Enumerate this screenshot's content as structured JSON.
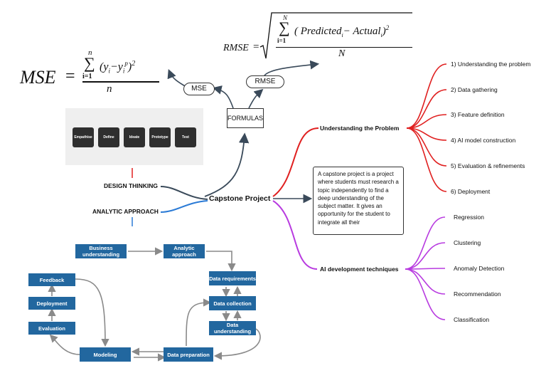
{
  "formulas": {
    "mse": {
      "lhs": "MSE",
      "sum_top": "n",
      "sum_bottom": "i=1",
      "numerator": "(y",
      "sub_i": "i",
      "minus": "−y",
      "sub_i2": "i",
      "sup_p": "p",
      "close": ")",
      "square": "2",
      "denominator": "n"
    },
    "rmse": {
      "lhs": "RMSE",
      "sum_top": "N",
      "sum_bottom": "i=1",
      "numerator": "( Predicted",
      "sub1": "i",
      "minus": "− Actual",
      "sub2": "i",
      "close": ")",
      "square": "2",
      "denominator": "N"
    }
  },
  "nodes": {
    "mse": "MSE",
    "rmse": "RMSE",
    "formulas": "FORMULAS",
    "center": "Capstone Project",
    "design_thinking": "DESIGN THINKING",
    "analytic_approach": "ANALYTIC APPROACH",
    "understanding_problem": "Understanding the Problem",
    "ai_techniques": "AI development techniques",
    "description": "A capstone project is a project where students must research a topic independently to find a deep understanding of the subject matter. It gives an opportunity for the student to integrate all their"
  },
  "problem_steps": [
    "1) Understanding the problem",
    "2) Data gathering",
    "3) Feature definition",
    "4) AI model construction",
    "5) Evaluation & refinements",
    "6) Deployment"
  ],
  "ai_techniques": [
    "Regression",
    "Clustering",
    "Anomaly Detection",
    "Recommendation",
    "Classification"
  ],
  "design_thinking_steps": [
    "Empathise",
    "Define",
    "Ideate",
    "Prototype",
    "Test"
  ],
  "analytic_flow": {
    "business_understanding": "Business understanding",
    "analytic_approach": "Analytic approach",
    "data_requirements": "Data requirements",
    "data_collection": "Data collection",
    "data_understanding": "Data understanding",
    "data_preparation": "Data preparation",
    "modeling": "Modeling",
    "evaluation": "Evaluation",
    "deployment": "Deployment",
    "feedback": "Feedback"
  },
  "colors": {
    "red": "#e02020",
    "purple": "#b83be0",
    "blue": "#2b7bd6",
    "dark": "#3a4a5a",
    "flow_blue": "#22679f"
  }
}
